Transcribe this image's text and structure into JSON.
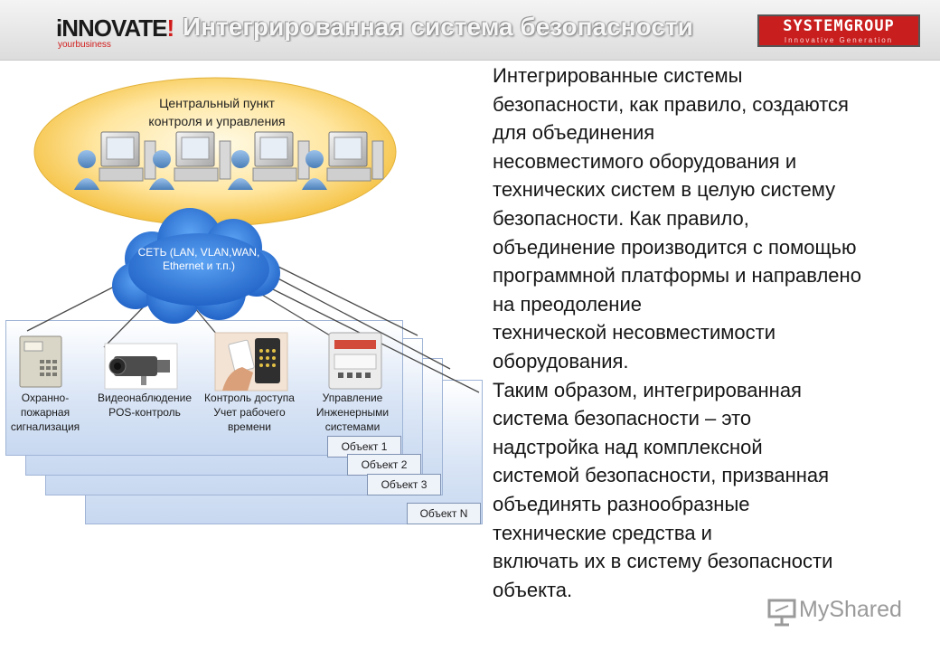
{
  "header": {
    "brand_left": "iNNOVATE",
    "brand_left_mark": "!",
    "brand_left_sub": "yourbusiness",
    "title": "Интегрированная система безопасности",
    "brand_right": "SYSTEMGROUP",
    "brand_right_tagline": "Innovative Generation",
    "accent_color": "#d11a1a"
  },
  "diagram": {
    "control_center": {
      "label_line1": "Центральный пункт",
      "label_line2": "контроля и управления",
      "color": "#f6c94a"
    },
    "network": {
      "label_line1": "СЕТЬ (LAN, VLAN,WAN,",
      "label_line2": "Ethernet и т.п.)",
      "color": "#2f74d6"
    },
    "devices": [
      {
        "icon": "alarm-panel-icon",
        "lines": [
          "Охранно-",
          "пожарная",
          "сигнализация"
        ]
      },
      {
        "icon": "cctv-camera-icon",
        "lines": [
          "Видеонаблюдение",
          "POS-контроль"
        ]
      },
      {
        "icon": "access-card-icon",
        "lines": [
          "Контроль доступа",
          "Учет рабочего",
          "времени"
        ]
      },
      {
        "icon": "controller-icon",
        "lines": [
          "Управление",
          "Инженерными",
          "системами"
        ]
      }
    ],
    "objects": [
      "Объект 1",
      "Объект 2",
      "Объект 3",
      "Объект N"
    ]
  },
  "body": {
    "lines": [
      "Интегрированные системы",
      "безопасности,  как правило,  создаются",
      "для  объединения",
      "несовместимого оборудования и",
      "технических систем в целую систему",
      "безопасности. Как правило,",
      "объединение производится с помощью",
      "программной платформы и направлено",
      "на преодоление",
      "технической несовместимости",
      "оборудования.",
      "Таким образом,  интегрированная",
      "система безопасности  – это",
      "надстройка над комплексной",
      "системой безопасности, призванная",
      "объединять разнообразные",
      "технические средства и",
      "включать их в систему безопасности",
      "объекта."
    ]
  },
  "watermark": {
    "text": "MyShared",
    "icon": "presentation-board-icon"
  }
}
